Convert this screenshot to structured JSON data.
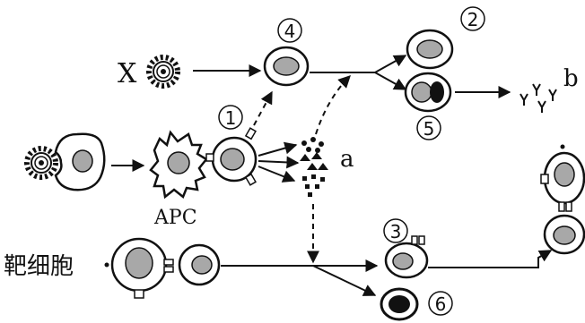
{
  "labels": {
    "x": "X",
    "a": "a",
    "b": "b",
    "apc": "APC",
    "target_cell": "靶细胞"
  },
  "markers": {
    "m1": "1",
    "m2": "2",
    "m3": "3",
    "m4": "4",
    "m5": "5",
    "m6": "6"
  },
  "colors": {
    "nucleus": "#a8a8a8",
    "ink": "#111111"
  }
}
